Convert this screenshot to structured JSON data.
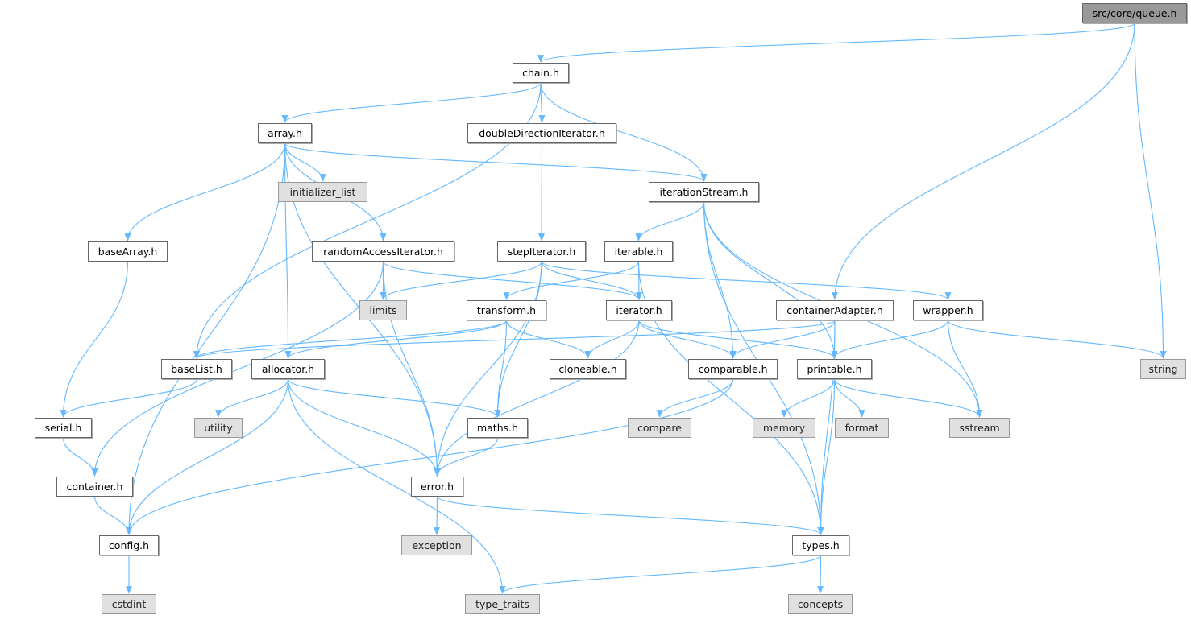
{
  "graph": {
    "root": "queue",
    "nodes": {
      "queue": {
        "label": "src/core/queue.h",
        "kind": "root"
      },
      "chain": {
        "label": "chain.h",
        "kind": "local"
      },
      "array": {
        "label": "array.h",
        "kind": "local"
      },
      "doubleDirectionIterator": {
        "label": "doubleDirectionIterator.h",
        "kind": "local"
      },
      "initializer_list": {
        "label": "initializer_list",
        "kind": "system"
      },
      "iterationStream": {
        "label": "iterationStream.h",
        "kind": "local"
      },
      "baseArray": {
        "label": "baseArray.h",
        "kind": "local"
      },
      "randomAccessIterator": {
        "label": "randomAccessIterator.h",
        "kind": "local"
      },
      "stepIterator": {
        "label": "stepIterator.h",
        "kind": "local"
      },
      "iterable": {
        "label": "iterable.h",
        "kind": "local"
      },
      "limits": {
        "label": "limits",
        "kind": "system"
      },
      "transform": {
        "label": "transform.h",
        "kind": "local"
      },
      "iterator": {
        "label": "iterator.h",
        "kind": "local"
      },
      "containerAdapter": {
        "label": "containerAdapter.h",
        "kind": "local"
      },
      "wrapper": {
        "label": "wrapper.h",
        "kind": "local"
      },
      "string": {
        "label": "string",
        "kind": "system"
      },
      "baseList": {
        "label": "baseList.h",
        "kind": "local"
      },
      "allocator": {
        "label": "allocator.h",
        "kind": "local"
      },
      "cloneable": {
        "label": "cloneable.h",
        "kind": "local"
      },
      "comparable": {
        "label": "comparable.h",
        "kind": "local"
      },
      "printable": {
        "label": "printable.h",
        "kind": "local"
      },
      "serial": {
        "label": "serial.h",
        "kind": "local"
      },
      "utility": {
        "label": "utility",
        "kind": "system"
      },
      "maths": {
        "label": "maths.h",
        "kind": "local"
      },
      "compare": {
        "label": "compare",
        "kind": "system"
      },
      "memory": {
        "label": "memory",
        "kind": "system"
      },
      "format": {
        "label": "format",
        "kind": "system"
      },
      "sstream": {
        "label": "sstream",
        "kind": "system"
      },
      "container": {
        "label": "container.h",
        "kind": "local"
      },
      "error": {
        "label": "error.h",
        "kind": "local"
      },
      "config": {
        "label": "config.h",
        "kind": "local"
      },
      "exception": {
        "label": "exception",
        "kind": "system"
      },
      "types": {
        "label": "types.h",
        "kind": "local"
      },
      "cstdint": {
        "label": "cstdint",
        "kind": "system"
      },
      "type_traits": {
        "label": "type_traits",
        "kind": "system"
      },
      "concepts": {
        "label": "concepts",
        "kind": "system"
      }
    },
    "edges": [
      [
        "queue",
        "chain"
      ],
      [
        "queue",
        "containerAdapter"
      ],
      [
        "queue",
        "string"
      ],
      [
        "chain",
        "array"
      ],
      [
        "chain",
        "doubleDirectionIterator"
      ],
      [
        "chain",
        "iterationStream"
      ],
      [
        "chain",
        "baseList"
      ],
      [
        "array",
        "config"
      ],
      [
        "array",
        "baseArray"
      ],
      [
        "array",
        "allocator"
      ],
      [
        "array",
        "error"
      ],
      [
        "array",
        "initializer_list"
      ],
      [
        "array",
        "randomAccessIterator"
      ],
      [
        "array",
        "iterationStream"
      ],
      [
        "doubleDirectionIterator",
        "stepIterator"
      ],
      [
        "iterationStream",
        "iterable"
      ],
      [
        "iterationStream",
        "comparable"
      ],
      [
        "iterationStream",
        "printable"
      ],
      [
        "iterationStream",
        "sstream"
      ],
      [
        "iterationStream",
        "types"
      ],
      [
        "baseArray",
        "serial"
      ],
      [
        "randomAccessIterator",
        "container"
      ],
      [
        "randomAccessIterator",
        "error"
      ],
      [
        "randomAccessIterator",
        "limits"
      ],
      [
        "randomAccessIterator",
        "iterator"
      ],
      [
        "stepIterator",
        "limits"
      ],
      [
        "stepIterator",
        "error"
      ],
      [
        "stepIterator",
        "iterator"
      ],
      [
        "stepIterator",
        "maths"
      ],
      [
        "stepIterator",
        "wrapper"
      ],
      [
        "iterable",
        "transform"
      ],
      [
        "iterable",
        "iterator"
      ],
      [
        "iterable",
        "types"
      ],
      [
        "transform",
        "baseList"
      ],
      [
        "transform",
        "allocator"
      ],
      [
        "transform",
        "maths"
      ],
      [
        "transform",
        "cloneable"
      ],
      [
        "iterator",
        "cloneable"
      ],
      [
        "iterator",
        "comparable"
      ],
      [
        "iterator",
        "printable"
      ],
      [
        "iterator",
        "error"
      ],
      [
        "containerAdapter",
        "baseList"
      ],
      [
        "containerAdapter",
        "comparable"
      ],
      [
        "containerAdapter",
        "printable"
      ],
      [
        "containerAdapter",
        "types"
      ],
      [
        "wrapper",
        "printable"
      ],
      [
        "wrapper",
        "sstream"
      ],
      [
        "wrapper",
        "string"
      ],
      [
        "baseList",
        "serial"
      ],
      [
        "allocator",
        "config"
      ],
      [
        "allocator",
        "utility"
      ],
      [
        "allocator",
        "maths"
      ],
      [
        "allocator",
        "error"
      ],
      [
        "allocator",
        "type_traits"
      ],
      [
        "comparable",
        "compare"
      ],
      [
        "comparable",
        "config"
      ],
      [
        "printable",
        "memory"
      ],
      [
        "printable",
        "format"
      ],
      [
        "printable",
        "sstream"
      ],
      [
        "printable",
        "types"
      ],
      [
        "serial",
        "container"
      ],
      [
        "container",
        "config"
      ],
      [
        "maths",
        "error"
      ],
      [
        "error",
        "exception"
      ],
      [
        "error",
        "types"
      ],
      [
        "config",
        "cstdint"
      ],
      [
        "types",
        "concepts"
      ],
      [
        "types",
        "type_traits"
      ]
    ],
    "colors": {
      "edge": "#63b8ff",
      "root_fill": "#999999",
      "system_fill": "#e0e0e0"
    }
  }
}
